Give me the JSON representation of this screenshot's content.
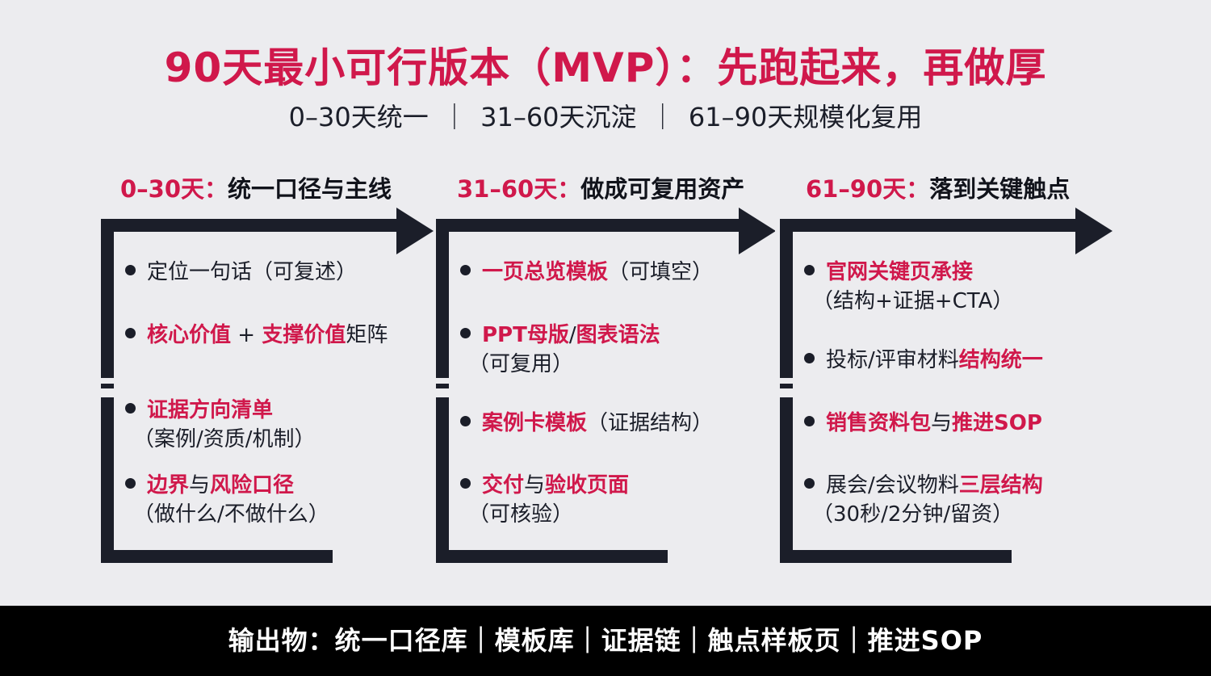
{
  "title": "90天最小可行版本（MVP）：先跑起来，再做厚",
  "subtitle": {
    "part1": "0–30天统一",
    "part2": "31–60天沉淀",
    "part3": "61–90天规模化复用",
    "separator": "｜"
  },
  "phases": [
    {
      "range": "0–30天：",
      "name": "统一口径与主线",
      "items": [
        {
          "a": "定位一句话（可复述）"
        },
        {
          "h1": "核心价值",
          "t1": " + ",
          "h2": "支撑价值",
          "t2": "矩阵"
        },
        {
          "h1": "证据方向清单",
          "line2": "（案例/资质/机制）"
        },
        {
          "h1": "边界",
          "t1": "与",
          "h2": "风险口径",
          "line2": "（做什么/不做什么）"
        }
      ]
    },
    {
      "range": "31–60天：",
      "name": "做成可复用资产",
      "items": [
        {
          "h1": "一页总览模板",
          "t1": "（可填空）"
        },
        {
          "h1": "PPT母版",
          "t1": "/",
          "h2": "图表语法",
          "line2": "（可复用）"
        },
        {
          "h1": "案例卡模板",
          "t1": "（证据结构）"
        },
        {
          "h1": "交付",
          "t1": "与",
          "h2": "验收页面",
          "line2": "（可核验）"
        }
      ]
    },
    {
      "range": "61–90天：",
      "name": "落到关键触点",
      "items": [
        {
          "h1": "官网关键页承接",
          "line2": "（结构+证据+CTA）"
        },
        {
          "t0": "投标/评审材料",
          "h1": "结构统一"
        },
        {
          "h1": "销售资料包",
          "t1": "与",
          "h2": "推进SOP"
        },
        {
          "t0": "展会/会议物料",
          "h1": "三层结构",
          "line2": "（30秒/2分钟/留资）"
        }
      ]
    }
  ],
  "footer": "输出物：统一口径库｜模板库｜证据链｜触点样板页｜推进SOP",
  "colors": {
    "accent": "#d0184b",
    "frame": "#1b1e29",
    "background": "#ececef",
    "footer_bg": "#000000"
  }
}
